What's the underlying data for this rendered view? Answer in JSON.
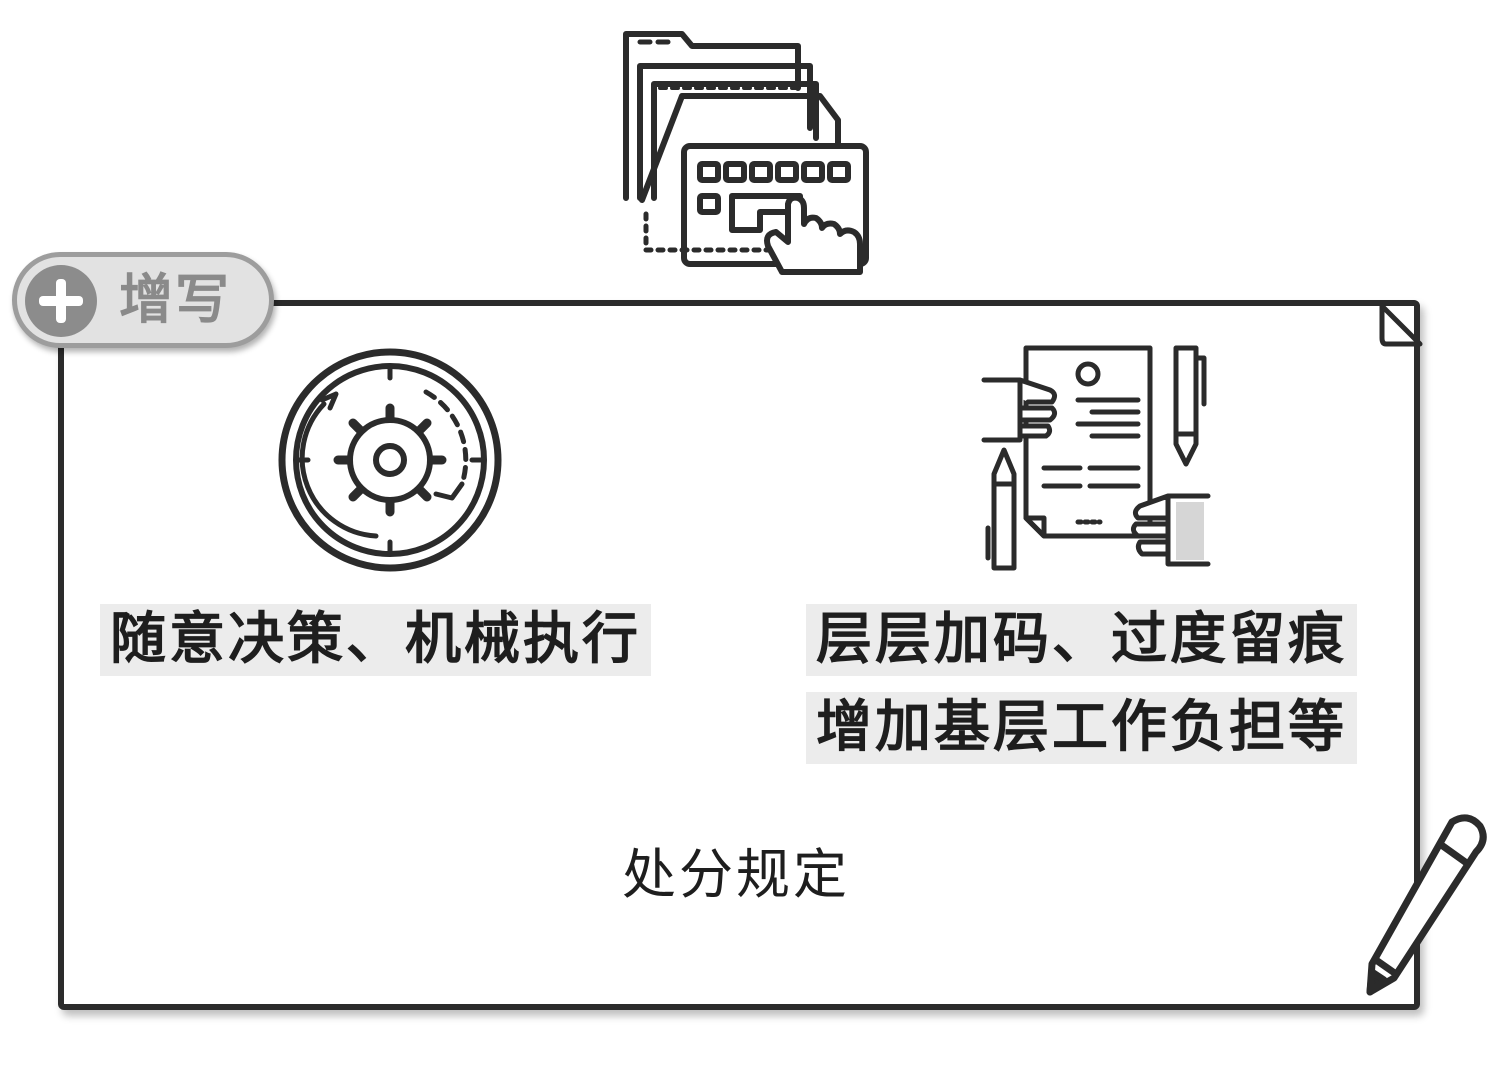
{
  "badge": {
    "text": "增写",
    "icon": "plus-icon"
  },
  "left_item": {
    "icon": "gear-cycle-icon",
    "label": "随意决策、机械执行"
  },
  "right_item": {
    "icon": "document-handover-icon",
    "lines": [
      "层层加码、过度留痕",
      "增加基层工作负担等"
    ]
  },
  "footer": {
    "title": "处分规定"
  },
  "top_icon": "folder-keyboard-icon",
  "decor_icon": "pencil-icon",
  "colors": {
    "stroke": "#2b2b2b",
    "label_bg": "#ececec",
    "badge_bg": "#e2e2e2",
    "badge_border": "#9d9d9d"
  }
}
